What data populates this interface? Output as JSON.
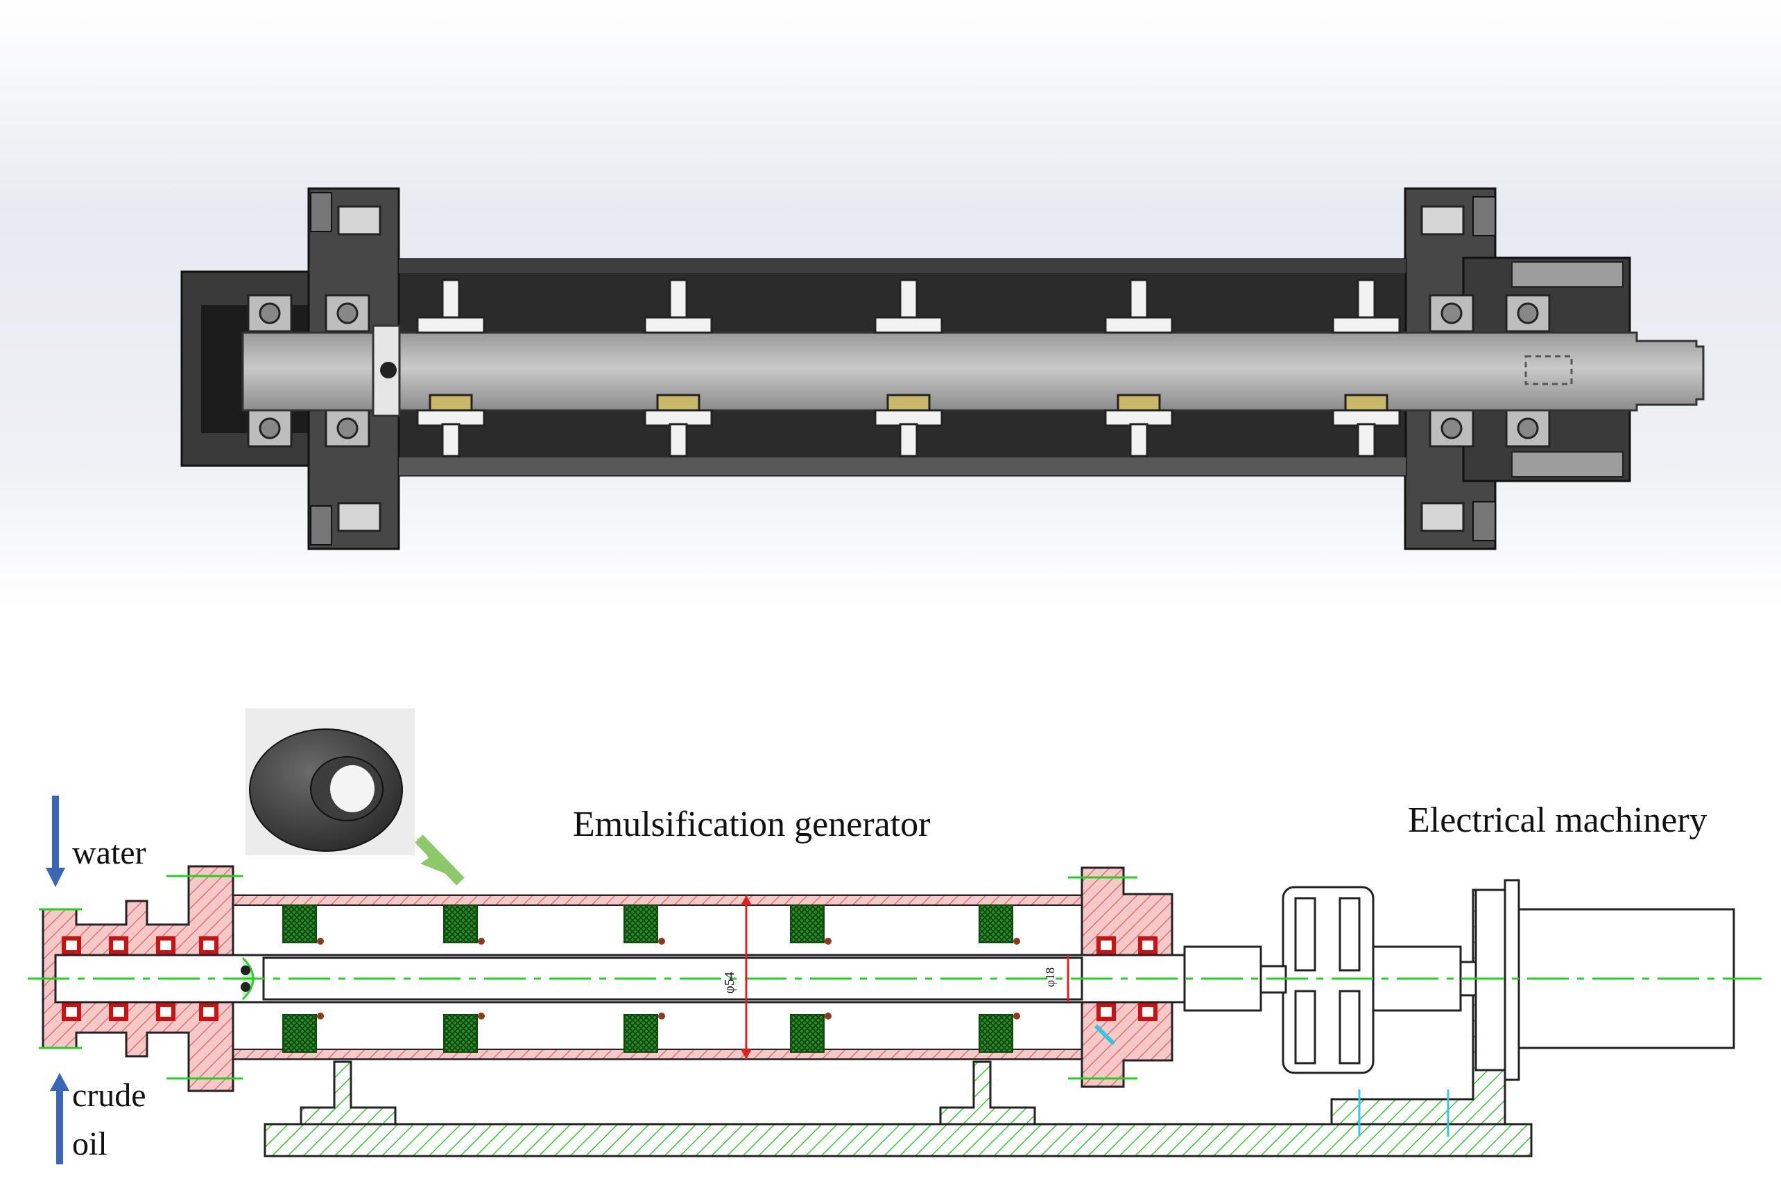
{
  "figure": {
    "labels": {
      "water": "water",
      "crude": "crude",
      "oil": "oil",
      "emulsification_generator": "Emulsification generator",
      "electrical_machinery": "Electrical machinery",
      "outer_diameter": "φ54",
      "shaft_diameter": "φ18"
    },
    "colors": {
      "cad_background": "#e9ecf2",
      "casing_dark": "#2b2b2b",
      "shaft_grey": "#b4b4b4",
      "rotor_white": "#f2f2f2",
      "rotor_pad": "#c9b868",
      "section_hatch": "#e07070",
      "bearing_red": "#d01010",
      "centerline_green": "#22d022",
      "base_hatch": "#33cc33",
      "rotor_ring_green": "#1a7a1a",
      "dimension_red": "#e02020",
      "flow_arrow_blue": "#3a66b8",
      "callout_arrow": "#8dc86a",
      "coupling_cyan": "#33c6dd"
    }
  }
}
